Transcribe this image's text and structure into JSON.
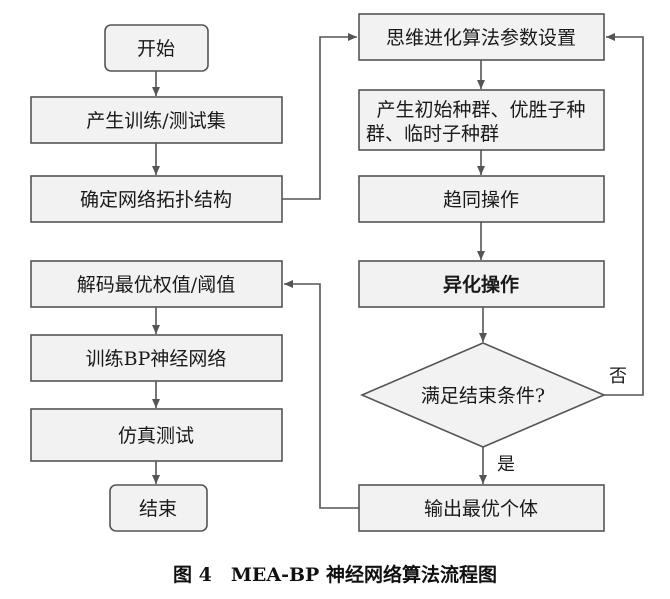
{
  "left_flow": {
    "start": "开始",
    "generate_sets": "产生训练/测试集",
    "determine_topology": "确定网络拓扑结构",
    "decode_weights": "解码最优权值/阈值",
    "train_bp": "训练BP神经网络",
    "simulate_test": "仿真测试",
    "end": "结束"
  },
  "right_flow": {
    "param_setup": "思维进化算法参数设置",
    "init_population_line1": "产生初始种群、优胜子种",
    "init_population_line2": "群、临时子种群",
    "convergence": "趋同操作",
    "dissimilation": "异化操作",
    "condition": "满足结束条件?",
    "output_best": "输出最优个体"
  },
  "labels": {
    "no": "否",
    "yes": "是"
  },
  "caption": "图 4　MEA-BP 神经网络算法流程图"
}
